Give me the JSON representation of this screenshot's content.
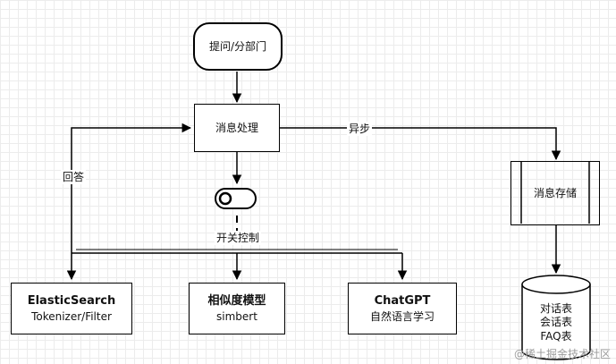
{
  "nodes": {
    "start": "提问/分部门",
    "process": "消息处理",
    "storage": "消息存储",
    "es_title": "ElasticSearch",
    "es_sub": "Tokenizer/Filter",
    "simbert_title": "相似度模型",
    "simbert_sub": "simbert",
    "chatgpt_title": "ChatGPT",
    "chatgpt_sub": "自然语言学习",
    "db_line1": "对话表",
    "db_line2": "会话表",
    "db_line3": "FAQ表"
  },
  "edge_labels": {
    "async": "异步",
    "answer": "回答",
    "switch": "开关控制"
  },
  "watermark": "@稀土掘金技术社区",
  "colors": {
    "stroke": "#000000",
    "grid": "#ececec",
    "watermark": "#9a9a9a"
  }
}
